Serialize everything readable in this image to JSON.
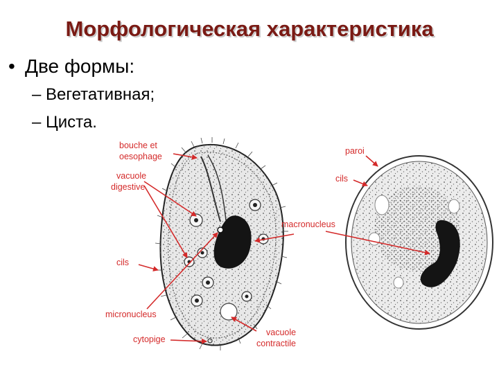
{
  "title": "Морфологическая характеристика",
  "bullet": "Две формы:",
  "subitems": [
    "– Вегетативная;",
    "– Циста."
  ],
  "diagram": {
    "labels": {
      "bouche_1": "bouche et",
      "bouche_2": "oesophage",
      "vacuole_dig_1": "vacuole",
      "vacuole_dig_2": "digestive",
      "cils_left": "cils",
      "micronucleus": "micronucleus",
      "cytopige": "cytopige",
      "paroi": "paroi",
      "cils_right": "cils",
      "macronucleus": "macronucleus",
      "vacuole_con_1": "vacuole",
      "vacuole_con_2": "contractile"
    },
    "colors": {
      "title": "#7a1a14",
      "label": "#d42a2a",
      "nucleus": "#141414"
    }
  }
}
